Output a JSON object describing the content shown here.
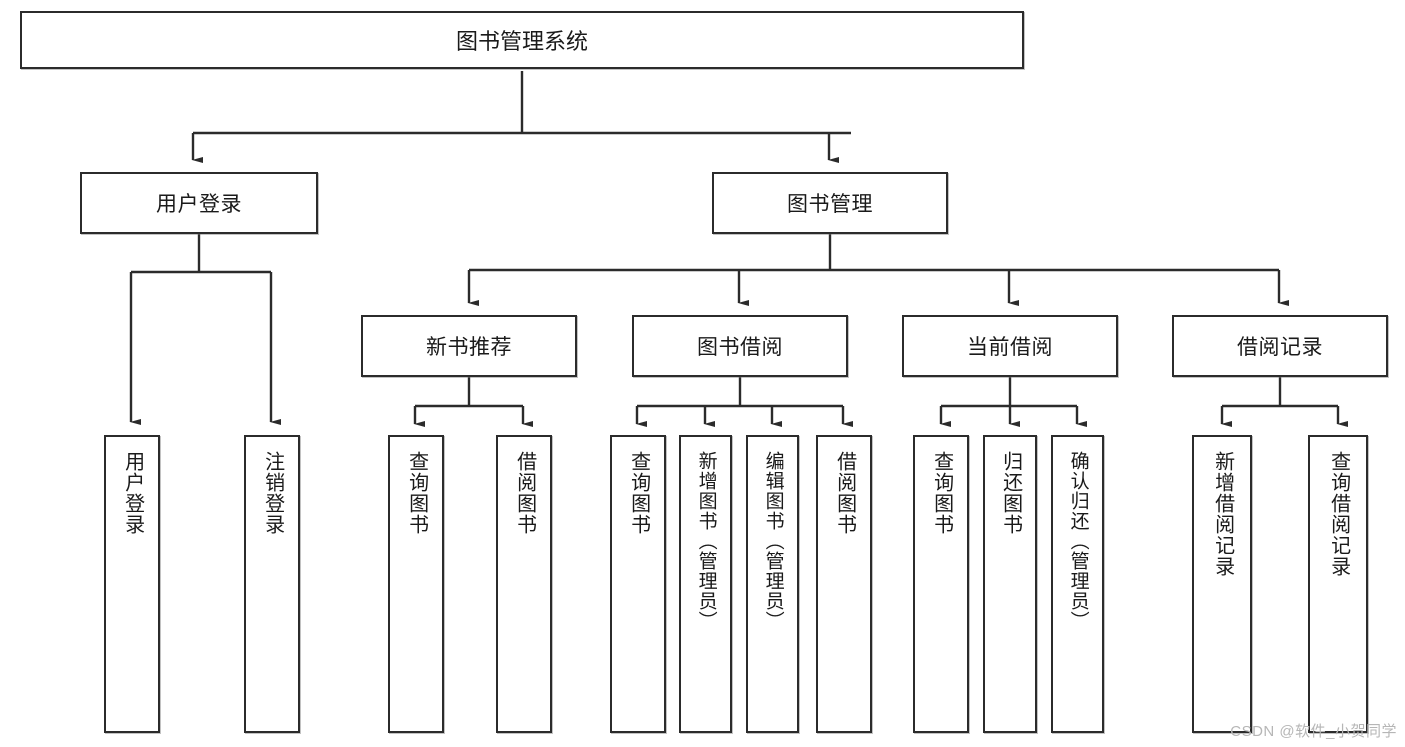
{
  "diagram": {
    "title": "图书管理系统",
    "type": "tree-hierarchy-diagram",
    "watermark": "CSDN @软件_小贺同学",
    "colors": {
      "border": "#2b2b2b",
      "background": "#ffffff",
      "text": "#1a1a1a",
      "watermark": "#b6b6b6"
    },
    "levels": {
      "root": {
        "label": "图书管理系统"
      },
      "level2": [
        {
          "id": "user-login",
          "label": "用户登录"
        },
        {
          "id": "book-management",
          "label": "图书管理"
        }
      ],
      "level3": [
        {
          "id": "new-book-recommend",
          "label": "新书推荐",
          "parent": "book-management"
        },
        {
          "id": "book-borrow",
          "label": "图书借阅",
          "parent": "book-management"
        },
        {
          "id": "current-borrow",
          "label": "当前借阅",
          "parent": "book-management"
        },
        {
          "id": "borrow-record",
          "label": "借阅记录",
          "parent": "book-management"
        }
      ],
      "leaves": [
        {
          "id": "leaf-user-login",
          "label": "用户登录",
          "parent": "user-login"
        },
        {
          "id": "leaf-logout",
          "label": "注销登录",
          "parent": "user-login"
        },
        {
          "id": "leaf-query-book-1",
          "label": "查询图书",
          "parent": "new-book-recommend"
        },
        {
          "id": "leaf-borrow-book-1",
          "label": "借阅图书",
          "parent": "new-book-recommend"
        },
        {
          "id": "leaf-query-book-2",
          "label": "查询图书",
          "parent": "book-borrow"
        },
        {
          "id": "leaf-add-book",
          "label": "新增图书（管理员）",
          "parent": "book-borrow"
        },
        {
          "id": "leaf-edit-book",
          "label": "编辑图书（管理员）",
          "parent": "book-borrow"
        },
        {
          "id": "leaf-borrow-book-2",
          "label": "借阅图书",
          "parent": "book-borrow"
        },
        {
          "id": "leaf-query-book-3",
          "label": "查询图书",
          "parent": "current-borrow"
        },
        {
          "id": "leaf-return-book",
          "label": "归还图书",
          "parent": "current-borrow"
        },
        {
          "id": "leaf-confirm-return",
          "label": "确认归还（管理员）",
          "parent": "current-borrow"
        },
        {
          "id": "leaf-add-record",
          "label": "新增借阅记录",
          "parent": "borrow-record"
        },
        {
          "id": "leaf-query-record",
          "label": "查询借阅记录",
          "parent": "borrow-record"
        }
      ]
    }
  }
}
